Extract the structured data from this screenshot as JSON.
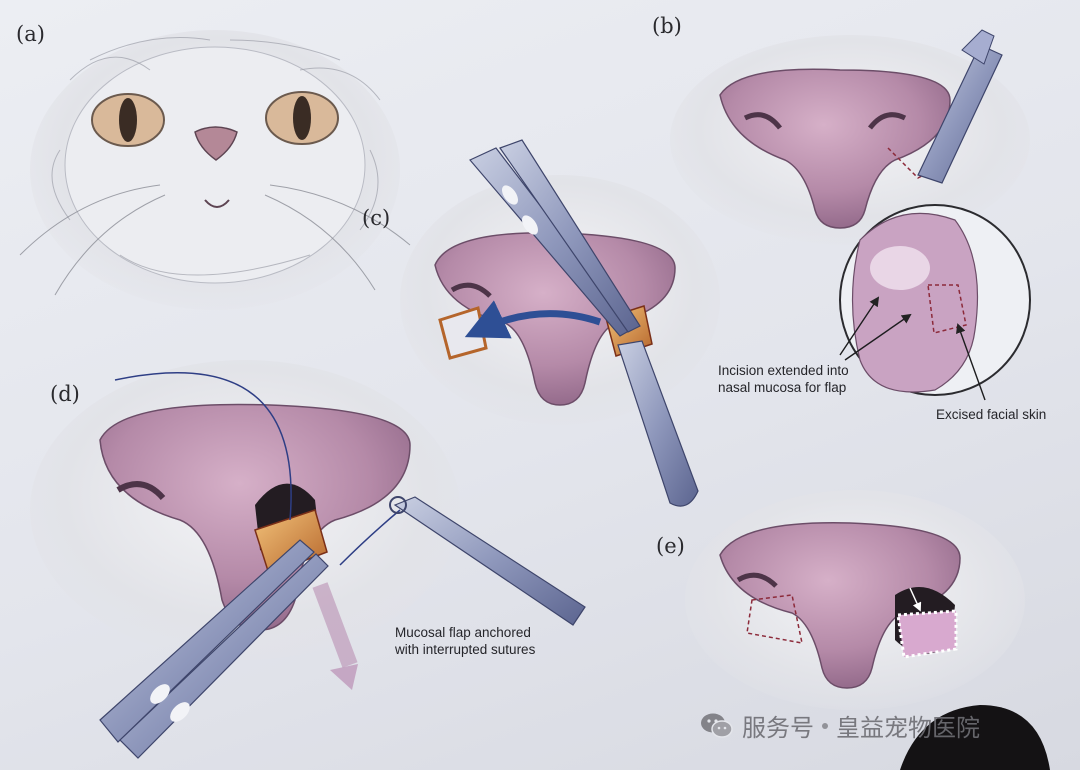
{
  "panels": {
    "a": "(a)",
    "b": "(b)",
    "c": "(c)",
    "d": "(d)",
    "e": "(e)"
  },
  "annotations": {
    "incision": "Incision extended into\nnasal mucosa for flap",
    "excised": "Excised facial skin",
    "mucosal_flap": "Mucosal flap anchored\nwith interrupted sutures"
  },
  "watermark": {
    "prefix": "服务号",
    "name": "皇益宠物医院",
    "icon": "wechat-icon"
  },
  "colors": {
    "nose": "#b58aa8",
    "nose_dark": "#7e5a78",
    "instrument": "#8a93b8",
    "arrow": "#2e4f95",
    "incision_line": "#8c2a3a"
  }
}
